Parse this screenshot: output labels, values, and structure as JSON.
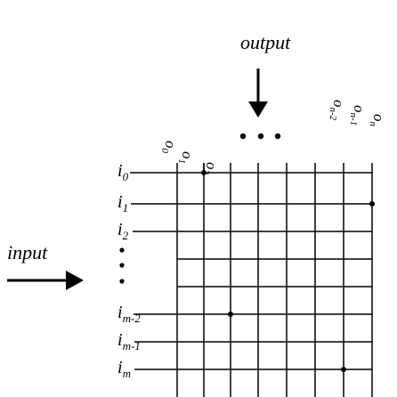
{
  "labels": {
    "output": "output",
    "input": "input"
  },
  "outputs": [
    "o0",
    "o1",
    "o2",
    "on-2",
    "on-1",
    "on"
  ],
  "inputs": [
    "i0",
    "i1",
    "i2",
    "im-2",
    "im-1",
    "im"
  ],
  "connections": [
    {
      "input": "i0",
      "output": "o1"
    },
    {
      "input": "i1",
      "output": "on"
    },
    {
      "input": "im-2",
      "output": "o2"
    },
    {
      "input": "im",
      "output": "on-1"
    }
  ],
  "colors": {
    "ink": "#000000",
    "background": "#ffffff"
  }
}
